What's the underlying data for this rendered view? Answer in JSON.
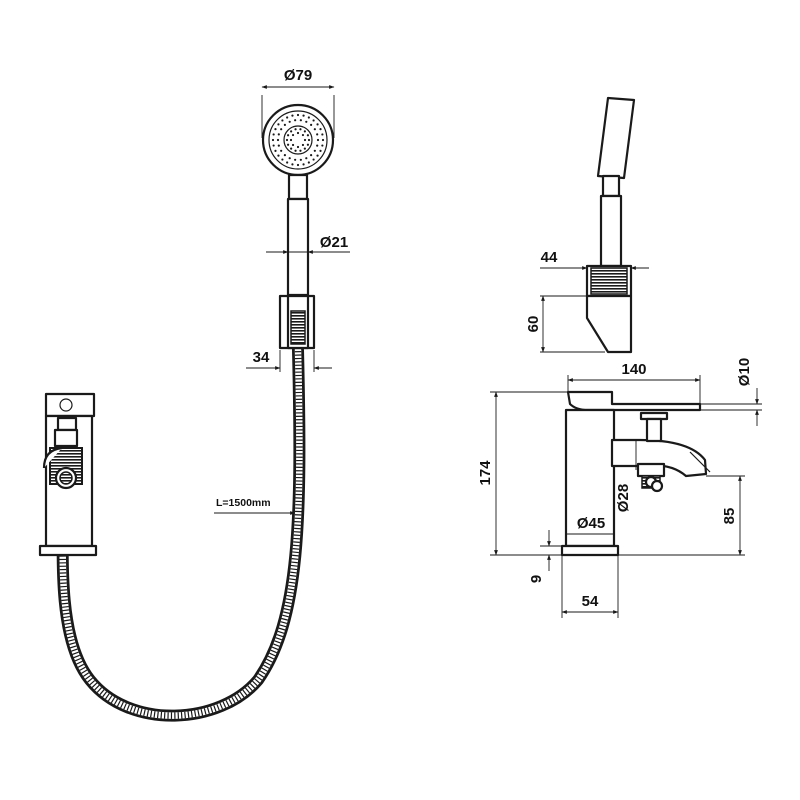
{
  "dimensions": {
    "shower_head_diameter": "Ø79",
    "handle_diameter": "Ø21",
    "holder_width": "34",
    "hose_length": "L=1500mm",
    "holder_depth": "44",
    "holder_height": "60",
    "spout_length": "140",
    "lever_diameter": "Ø10",
    "total_height": "174",
    "diverter_diameter": "Ø28",
    "spout_height": "85",
    "body_diameter": "Ø45",
    "base_height": "9",
    "base_width": "54"
  }
}
